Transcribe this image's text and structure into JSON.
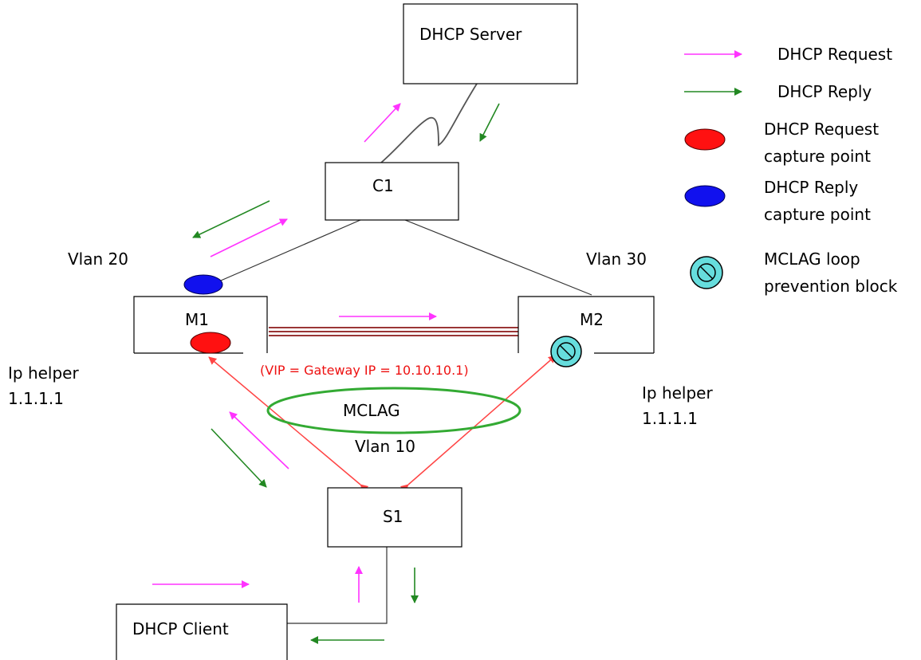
{
  "nodes": {
    "dhcp_server": "DHCP Server",
    "c1": "C1",
    "m1": "M1",
    "m2": "M2",
    "s1": "S1",
    "dhcp_client": "DHCP Client"
  },
  "labels": {
    "vlan20": "Vlan 20",
    "vlan30": "Vlan 30",
    "vlan10": "Vlan 10",
    "mclag": "MCLAG",
    "vip": "(VIP = Gateway IP = 10.10.10.1)",
    "iphelper_left_1": "Ip helper",
    "iphelper_left_2": "1.1.1.1",
    "iphelper_right_1": "Ip helper",
    "iphelper_right_2": "1.1.1.1"
  },
  "legend": {
    "request": "DHCP Request",
    "reply": "DHCP Reply",
    "request_capture_1": "DHCP Request",
    "request_capture_2": "capture point",
    "reply_capture_1": "DHCP Reply",
    "reply_capture_2": "capture point",
    "block_1": "MCLAG loop",
    "block_2": "prevention block"
  },
  "colors": {
    "request_arrow": "#ff33ff",
    "reply_arrow": "#228822",
    "request_capture": "#ff1111",
    "reply_capture": "#1111ee",
    "block_fill": "#66dddd",
    "vip_text": "#ee1111",
    "mclag_ring": "#33aa33",
    "isl_link": "#8b1a1a",
    "mclag_links": "#ff4444"
  },
  "icons": {
    "request_arrow": "magenta-arrow-icon",
    "reply_arrow": "green-arrow-icon",
    "request_capture": "red-oval-icon",
    "reply_capture": "blue-oval-icon",
    "block": "prohibition-icon"
  }
}
